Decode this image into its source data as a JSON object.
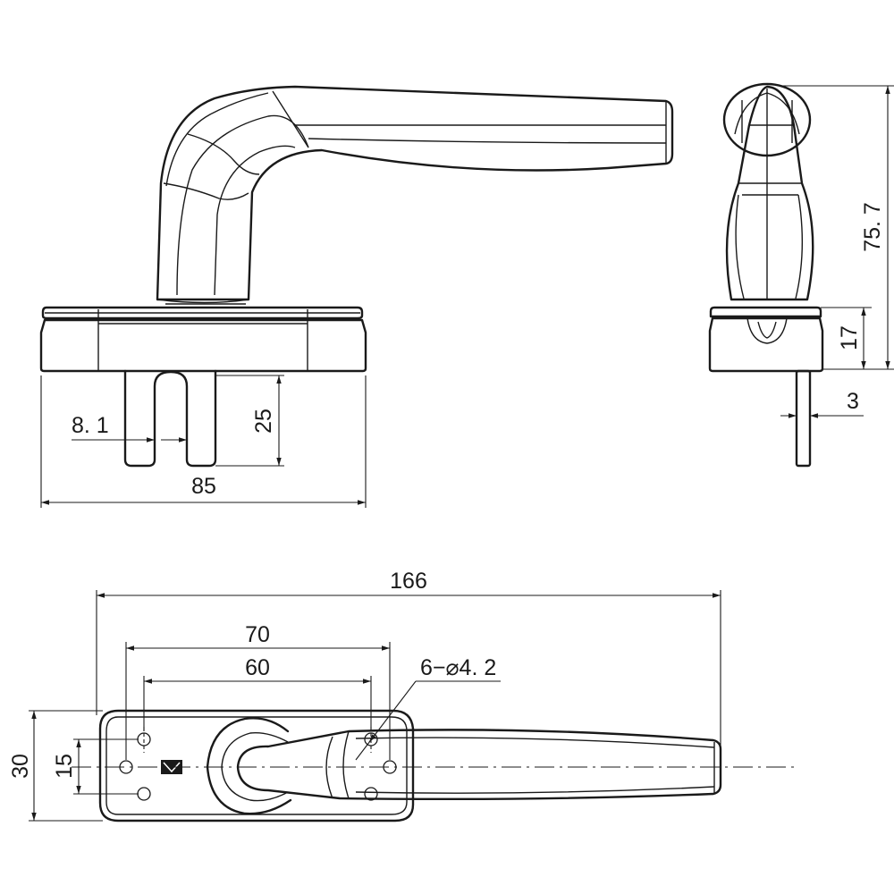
{
  "dimensions": {
    "slot_width": "8. 1",
    "spindle_length": "25",
    "base_width": "85",
    "total_height": "75. 7",
    "base_height": "17",
    "spindle_thickness": "3",
    "total_length": "166",
    "outer_hole_spacing": "70",
    "inner_hole_spacing": "60",
    "hole_callout": "6−⌀4. 2",
    "base_depth": "30",
    "hole_row_spacing": "15"
  }
}
